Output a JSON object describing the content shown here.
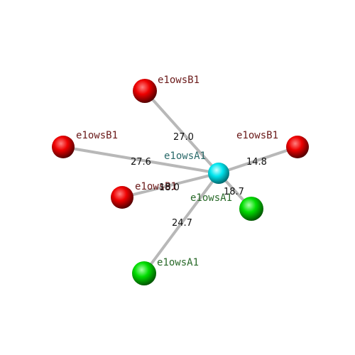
{
  "center_atom": {
    "label": "e1owsA1",
    "color": "#00e5ee"
  },
  "atoms": [
    {
      "id": "top",
      "label": "e1owsB1",
      "color": "#ee0000",
      "distance": "27.0"
    },
    {
      "id": "left",
      "label": "e1owsB1",
      "color": "#ee0000",
      "distance": "27.6"
    },
    {
      "id": "right",
      "label": "e1owsB1",
      "color": "#ee0000",
      "distance": "14.8"
    },
    {
      "id": "mid",
      "label": "e1owsB1",
      "color": "#ee0000",
      "distance": "18.0"
    },
    {
      "id": "green-near",
      "label": "e1owsA1",
      "color": "#00dd00",
      "distance": "18.7"
    },
    {
      "id": "green-far",
      "label": "e1owsA1",
      "color": "#00dd00",
      "distance": "24.7"
    }
  ],
  "label_colors": {
    "chain_b": "#6b1a1a",
    "chain_a": "#2a6a2a",
    "center": "#2a6a6a"
  }
}
